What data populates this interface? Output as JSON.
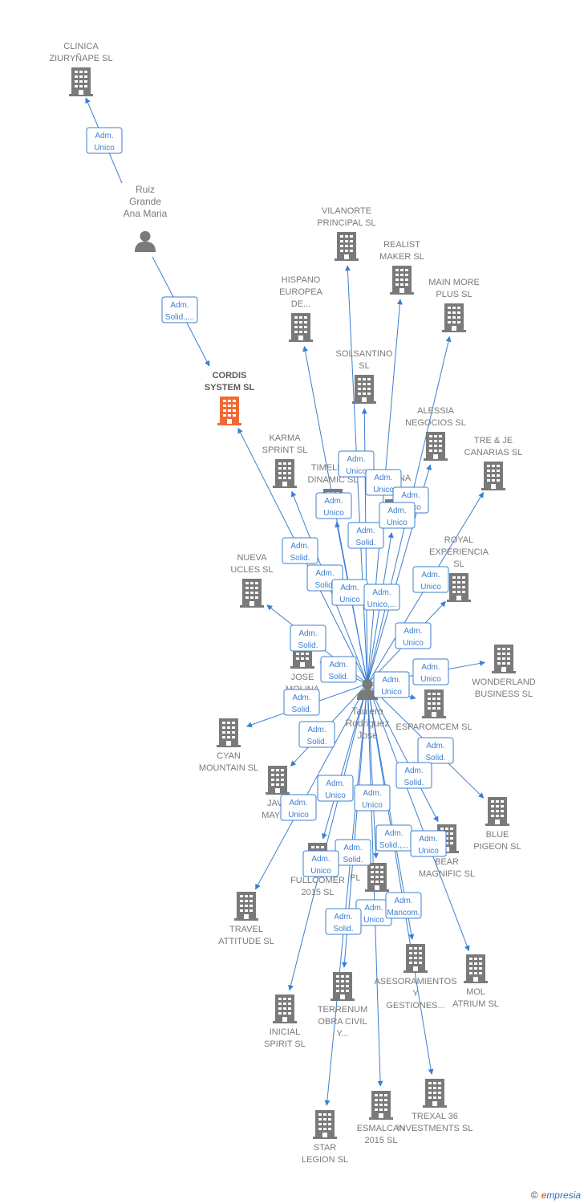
{
  "colors": {
    "edge": "#3c7fd1",
    "building": "#7a7a7a",
    "focus_building": "#f06a35",
    "person": "#7a7a7a"
  },
  "people": [
    {
      "id": "ruiz",
      "lines": [
        "Ruiz",
        "Grande",
        "Ana Maria"
      ]
    },
    {
      "id": "taulero",
      "lines": [
        "Taulero",
        "Rodriguez",
        "Jose"
      ]
    }
  ],
  "companies": [
    {
      "id": "clinica",
      "lines": [
        "CLINICA",
        "ZIURYÑAPE SL"
      ]
    },
    {
      "id": "cordis",
      "lines": [
        "CORDIS",
        "SYSTEM SL"
      ],
      "focus": true
    },
    {
      "id": "vilanorte",
      "lines": [
        "VILANORTE",
        "PRINCIPAL SL"
      ]
    },
    {
      "id": "realist",
      "lines": [
        "REALIST",
        "MAKER SL"
      ]
    },
    {
      "id": "mainmore",
      "lines": [
        "MAIN MORE",
        "PLUS SL"
      ]
    },
    {
      "id": "hispano",
      "lines": [
        "HISPANO",
        "EUROPEA",
        "DE..."
      ]
    },
    {
      "id": "solsantino",
      "lines": [
        "SOLSANTINO",
        "SL"
      ]
    },
    {
      "id": "alessia",
      "lines": [
        "ALESSIA",
        "NEGOCIOS SL"
      ]
    },
    {
      "id": "treje",
      "lines": [
        "TRE & JE",
        "CANARIAS SL"
      ]
    },
    {
      "id": "karma",
      "lines": [
        "KARMA",
        "SPRINT SL"
      ]
    },
    {
      "id": "timeless",
      "lines": [
        "TIMELESS",
        "DINAMIC SL"
      ]
    },
    {
      "id": "ekaina",
      "lines": [
        "EKAINA",
        "CREACION"
      ]
    },
    {
      "id": "royal",
      "lines": [
        "ROYAL",
        "EXPERIENCIA",
        "SL"
      ]
    },
    {
      "id": "nueva",
      "lines": [
        "NUEVA",
        "UCLES SL"
      ]
    },
    {
      "id": "josemolina",
      "lines": [
        "JOSE",
        "MOLINA",
        "BEL SL"
      ]
    },
    {
      "id": "wonderland",
      "lines": [
        "WONDERLAND",
        "BUSINESS SL"
      ]
    },
    {
      "id": "esparomcem",
      "lines": [
        "ESPAROMCEM SL"
      ]
    },
    {
      "id": "cyan",
      "lines": [
        "CYAN",
        "MOUNTAIN SL"
      ]
    },
    {
      "id": "java",
      "lines": [
        "JAVA",
        "MAYOR"
      ]
    },
    {
      "id": "blue",
      "lines": [
        "BLUE",
        "PIGEON SL"
      ]
    },
    {
      "id": "bear",
      "lines": [
        "BEAR",
        "MAGNIFIC SL"
      ]
    },
    {
      "id": "fullcomer",
      "lines": [
        "FULLCOMER",
        "2015 SL"
      ]
    },
    {
      "id": "pl",
      "lines": [
        "PL"
      ]
    },
    {
      "id": "travel",
      "lines": [
        "TRAVEL",
        "ATTITUDE SL"
      ]
    },
    {
      "id": "asesoramientos",
      "lines": [
        "ASESORAMIENTOS",
        "Y",
        "GESTIONES..."
      ]
    },
    {
      "id": "mol",
      "lines": [
        "MOL",
        "ATRIUM SL"
      ]
    },
    {
      "id": "terrenum",
      "lines": [
        "TERRENUM",
        "OBRA CIVIL",
        "Y..."
      ]
    },
    {
      "id": "inicial",
      "lines": [
        "INICIAL",
        "SPIRIT SL"
      ]
    },
    {
      "id": "esmalcan",
      "lines": [
        "ESMALCAN",
        "2015 SL"
      ]
    },
    {
      "id": "trexal",
      "lines": [
        "TREXAL 36",
        "INVESTMENTS SL"
      ]
    },
    {
      "id": "star",
      "lines": [
        "STAR",
        "LEGION SL"
      ]
    }
  ],
  "edges": [
    {
      "from": "ruiz",
      "to": "clinica",
      "label": [
        "Adm.",
        "Unico"
      ]
    },
    {
      "from": "ruiz",
      "to": "cordis",
      "label": [
        "Adm.",
        "Solid.,..."
      ]
    },
    {
      "from": "taulero",
      "to": "cordis",
      "label": [
        "Adm.",
        "Solid."
      ]
    },
    {
      "from": "taulero",
      "to": "vilanorte",
      "label": [
        "Adm.",
        "Unico"
      ]
    },
    {
      "from": "taulero",
      "to": "realist",
      "label": [
        "Adm.",
        "Unico"
      ]
    },
    {
      "from": "taulero",
      "to": "mainmore",
      "label": [
        "Adm.",
        "Unico"
      ]
    },
    {
      "from": "taulero",
      "to": "hispano",
      "label": [
        "Adm.",
        "Unico"
      ]
    },
    {
      "from": "taulero",
      "to": "solsantino",
      "label": [
        "Adm.",
        "Solid."
      ]
    },
    {
      "from": "taulero",
      "to": "alessia",
      "label": [
        "Adm.",
        "Unico"
      ]
    },
    {
      "from": "taulero",
      "to": "treje",
      "label": [
        "Adm.",
        "Unico"
      ]
    },
    {
      "from": "taulero",
      "to": "karma",
      "label": [
        "Adm.",
        "Solid."
      ]
    },
    {
      "from": "taulero",
      "to": "timeless",
      "label": [
        "Adm.",
        "Unico"
      ]
    },
    {
      "from": "taulero",
      "to": "ekaina",
      "label": [
        "Adm.",
        "Unico,..."
      ]
    },
    {
      "from": "taulero",
      "to": "royal",
      "label": [
        "Adm.",
        "Unico"
      ]
    },
    {
      "from": "taulero",
      "to": "nueva",
      "label": [
        "Adm.",
        "Solid."
      ]
    },
    {
      "from": "taulero",
      "to": "josemolina",
      "label": [
        "Adm.",
        "Solid."
      ]
    },
    {
      "from": "taulero",
      "to": "wonderland",
      "label": [
        "Adm.",
        "Unico"
      ]
    },
    {
      "from": "taulero",
      "to": "esparomcem",
      "label": [
        "Adm.",
        "Unico"
      ]
    },
    {
      "from": "taulero",
      "to": "cyan",
      "label": [
        "Adm.",
        "Solid."
      ]
    },
    {
      "from": "taulero",
      "to": "java",
      "label": [
        "Adm.",
        "Solid."
      ]
    },
    {
      "from": "taulero",
      "to": "blue",
      "label": [
        "Adm.",
        "Solid."
      ]
    },
    {
      "from": "taulero",
      "to": "bear",
      "label": [
        "Adm.",
        "Solid."
      ]
    },
    {
      "from": "taulero",
      "to": "fullcomer",
      "label": [
        "Adm.",
        "Unico"
      ]
    },
    {
      "from": "taulero",
      "to": "pl",
      "label": [
        "Adm.",
        "Unico"
      ]
    },
    {
      "from": "taulero",
      "to": "travel",
      "label": [
        "Adm.",
        "Unico"
      ]
    },
    {
      "from": "taulero",
      "to": "asesoramientos",
      "label": [
        "Adm.",
        "Solid.,..."
      ]
    },
    {
      "from": "taulero",
      "to": "mol",
      "label": [
        "Adm.",
        "Unico"
      ]
    },
    {
      "from": "taulero",
      "to": "terrenum",
      "label": [
        "Adm.",
        "Solid."
      ]
    },
    {
      "from": "taulero",
      "to": "inicial",
      "label": [
        "Adm.",
        "Unico"
      ]
    },
    {
      "from": "taulero",
      "to": "esmalcan",
      "label": [
        "Adm.",
        "Unico"
      ]
    },
    {
      "from": "taulero",
      "to": "trexal",
      "label": [
        "Adm.",
        "Mancom."
      ]
    },
    {
      "from": "taulero",
      "to": "star",
      "label": [
        "Adm.",
        "Solid."
      ]
    }
  ],
  "credit": {
    "copyright": "©",
    "brand_initial": "e",
    "brand_rest": "mpresia"
  }
}
